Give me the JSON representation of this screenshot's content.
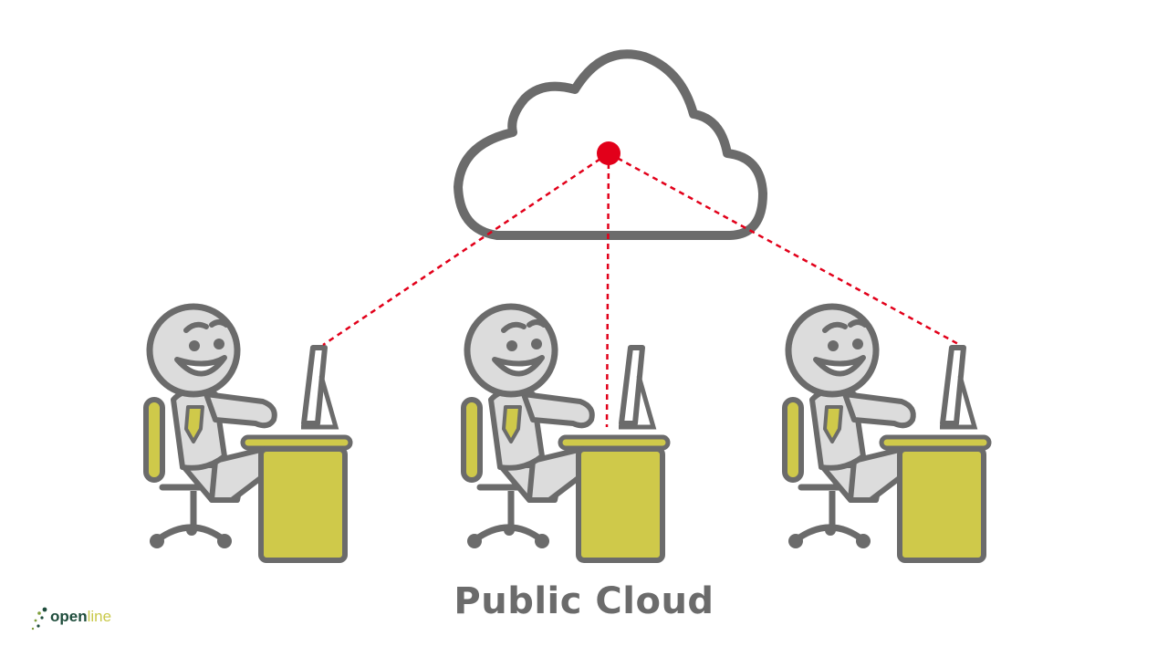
{
  "caption": "Public Cloud",
  "logo": {
    "part1": "open",
    "part2": "line"
  },
  "colors": {
    "outline": "#6b6b6b",
    "figure_fill": "#dcdcdc",
    "desk_yellow": "#cfc94a",
    "connection_red": "#e2001a",
    "background": "#ffffff"
  },
  "icons": [
    "cloud-icon",
    "network-node-icon",
    "person-at-desk-icon",
    "monitor-icon",
    "office-chair-icon",
    "logo-dots-icon"
  ],
  "workstations": [
    {
      "name": "workstation-left"
    },
    {
      "name": "workstation-center"
    },
    {
      "name": "workstation-right"
    }
  ]
}
